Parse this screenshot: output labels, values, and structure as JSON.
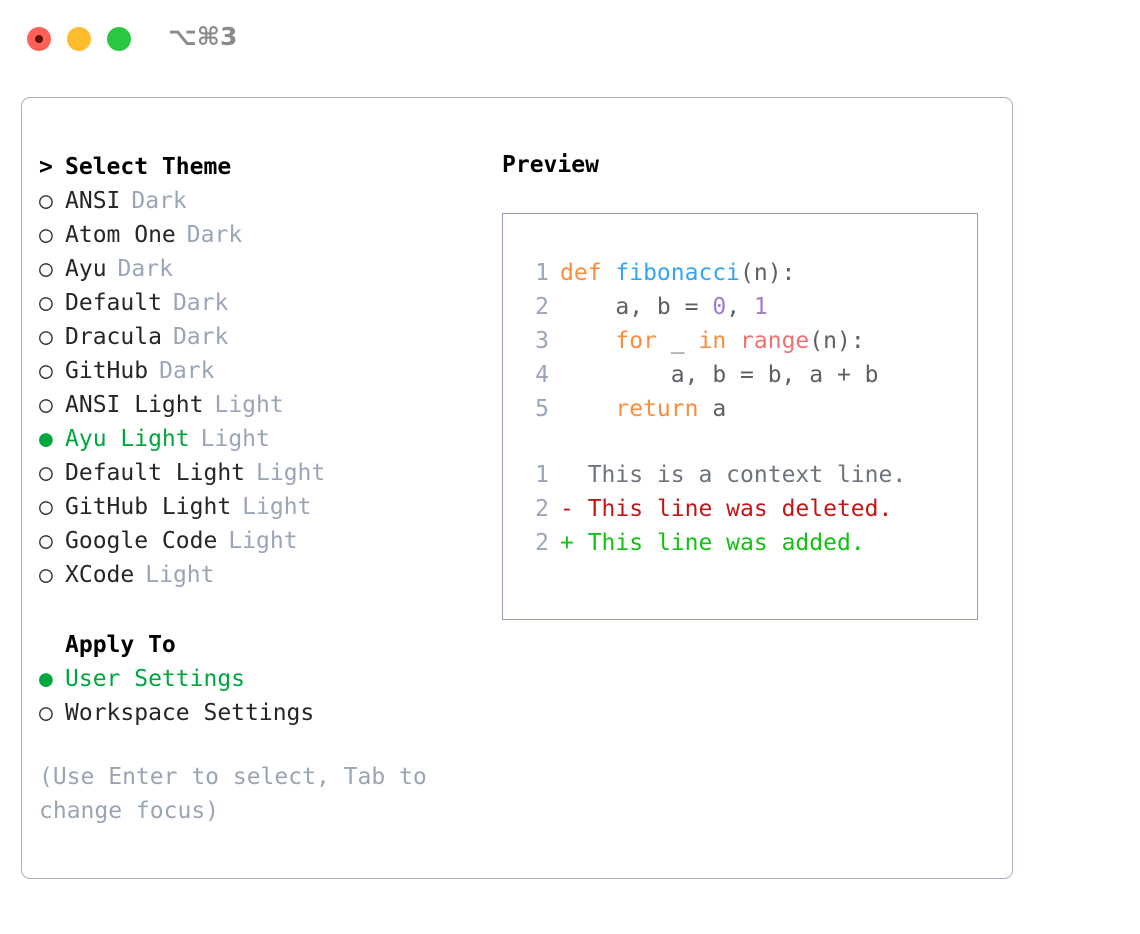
{
  "titlebar": {
    "shortcut": "⌥⌘3",
    "buttons": [
      {
        "name": "close",
        "color": "#ff6159"
      },
      {
        "name": "minimize",
        "color": "#ffbd2e"
      },
      {
        "name": "maximize",
        "color": "#28c840"
      }
    ]
  },
  "theme_list": {
    "heading": "Select Theme",
    "heading_marker": ">",
    "items": [
      {
        "marker": "○",
        "label": "ANSI",
        "badge": "Dark",
        "selected": false
      },
      {
        "marker": "○",
        "label": "Atom One",
        "badge": "Dark",
        "selected": false
      },
      {
        "marker": "○",
        "label": "Ayu",
        "badge": "Dark",
        "selected": false
      },
      {
        "marker": "○",
        "label": "Default",
        "badge": "Dark",
        "selected": false
      },
      {
        "marker": "○",
        "label": "Dracula",
        "badge": "Dark",
        "selected": false
      },
      {
        "marker": "○",
        "label": "GitHub",
        "badge": "Dark",
        "selected": false
      },
      {
        "marker": "○",
        "label": "ANSI Light",
        "badge": "Light",
        "selected": false
      },
      {
        "marker": "●",
        "label": "Ayu Light",
        "badge": "Light",
        "selected": true
      },
      {
        "marker": "○",
        "label": "Default Light",
        "badge": "Light",
        "selected": false
      },
      {
        "marker": "○",
        "label": "GitHub Light",
        "badge": "Light",
        "selected": false
      },
      {
        "marker": "○",
        "label": "Google Code",
        "badge": "Light",
        "selected": false
      },
      {
        "marker": "○",
        "label": "XCode",
        "badge": "Light",
        "selected": false
      }
    ]
  },
  "apply_to": {
    "heading": "Apply To",
    "items": [
      {
        "marker": "●",
        "label": "User Settings",
        "selected": true
      },
      {
        "marker": "○",
        "label": "Workspace Settings",
        "selected": false
      }
    ]
  },
  "hint": "(Use Enter to select, Tab to change focus)",
  "preview": {
    "title": "Preview",
    "code_lines": [
      {
        "num": "1",
        "tokens": [
          {
            "t": "def ",
            "c": "kw"
          },
          {
            "t": "fibonacci",
            "c": "fn"
          },
          {
            "t": "(n):",
            "c": "punc"
          }
        ]
      },
      {
        "num": "2",
        "tokens": [
          {
            "t": "    a, b = ",
            "c": "txt"
          },
          {
            "t": "0",
            "c": "num"
          },
          {
            "t": ", ",
            "c": "txt"
          },
          {
            "t": "1",
            "c": "num"
          }
        ]
      },
      {
        "num": "3",
        "tokens": [
          {
            "t": "    for ",
            "c": "kw"
          },
          {
            "t": "_ ",
            "c": "txt"
          },
          {
            "t": "in ",
            "c": "kw"
          },
          {
            "t": "range",
            "c": "call"
          },
          {
            "t": "(n):",
            "c": "punc"
          }
        ]
      },
      {
        "num": "4",
        "tokens": [
          {
            "t": "        a, b = b, a + b",
            "c": "txt"
          }
        ]
      },
      {
        "num": "5",
        "tokens": [
          {
            "t": "    return ",
            "c": "kw"
          },
          {
            "t": "a",
            "c": "txt"
          }
        ]
      }
    ],
    "diff_lines": [
      {
        "num": "1",
        "marker": "  ",
        "text": "This is a context line.",
        "kind": "ctx"
      },
      {
        "num": "2",
        "marker": "- ",
        "text": "This line was deleted.",
        "kind": "del"
      },
      {
        "num": "2",
        "marker": "+ ",
        "text": "This line was added.",
        "kind": "add"
      }
    ]
  },
  "colors": {
    "selected_green": "#00a63e",
    "badge_gray": "#9aa6b8",
    "hint_gray": "#9aa5b4",
    "panel_border": "#a6b1c0",
    "preview_border": "#92a0b0",
    "keyword_orange": "#fa8d3e",
    "function_blue": "#36a5f1",
    "call_red": "#f07171",
    "number_purple": "#a37acc",
    "code_text": "#5c6166",
    "diff_deleted": "#c01818",
    "diff_added": "#12c212",
    "diff_context": "#6c757d"
  }
}
